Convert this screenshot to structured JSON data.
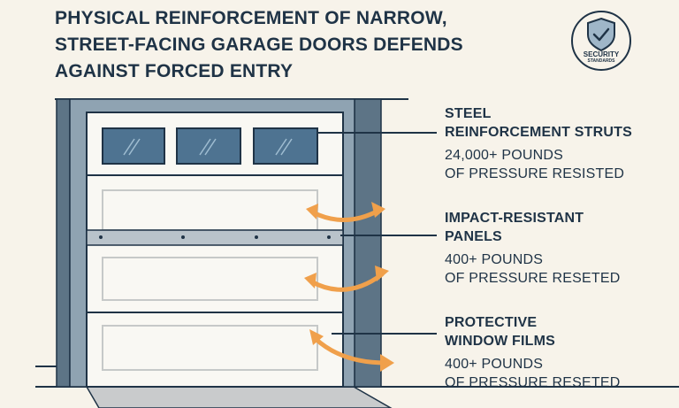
{
  "title_lines": [
    "PHYSICAL REINFORCEMENT OF NARROW,",
    "STREET-FACING GARAGE DOORS DEFENDS",
    "AGAINST FORCED ENTRY"
  ],
  "badge": {
    "icon": "shield-check-icon",
    "top_text": "SECURITY",
    "bottom_text": "STANDARDS"
  },
  "callouts": [
    {
      "heading_lines": [
        "STEEL",
        "REINFORCEMENT STRUTS"
      ],
      "value": "24,000+ POUNDS",
      "unit": "OF PRESSURE RESISTED"
    },
    {
      "heading_lines": [
        "IMPACT-RESISTANT",
        "PANELS"
      ],
      "value": "400+ POUNDS",
      "unit": "OF PRESSURE RESETED"
    },
    {
      "heading_lines": [
        "PROTECTIVE",
        "WINDOW FILMS"
      ],
      "value": "400+ POUNDS",
      "unit": "OF PRESSURE RESETED"
    }
  ],
  "colors": {
    "navy": "#1f3346",
    "frame": "#5d7486",
    "door": "#f9f8f3",
    "window": "#4e7391",
    "arrow": "#f0a04b",
    "background": "#f7f3ea"
  }
}
